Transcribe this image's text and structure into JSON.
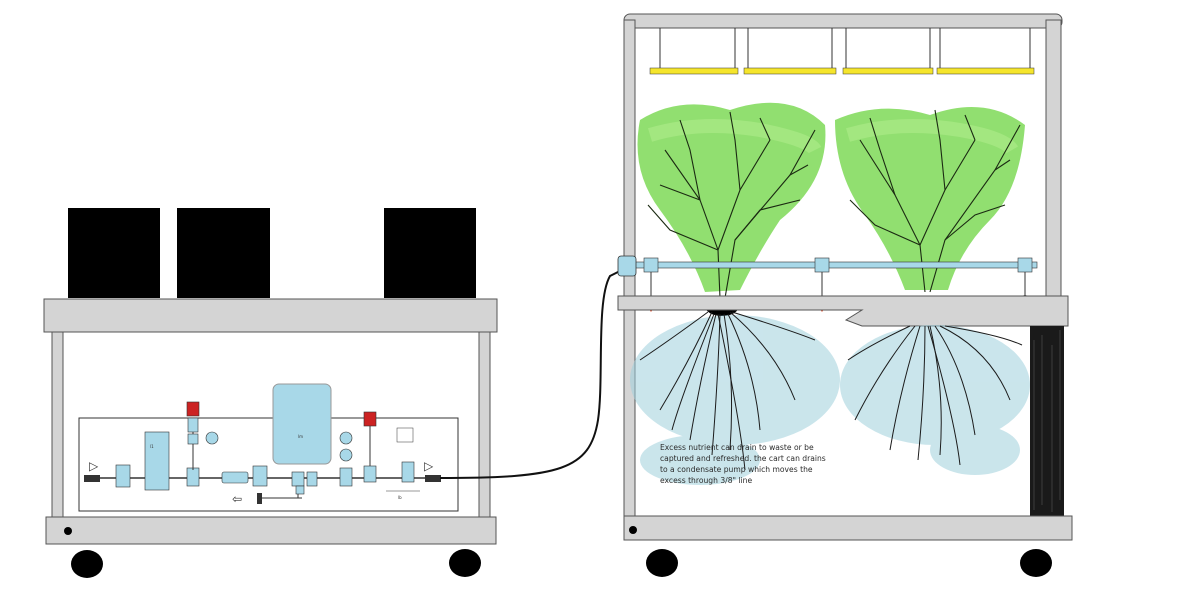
{
  "note": {
    "text": "Excess nutrient can drain to waste or be captured and refreshed. the cart can drains to a condensate pump which moves the excess through 3/8\" line"
  },
  "component_labels": {
    "reservoir_label": "l1",
    "panel_label": "lb"
  },
  "colors": {
    "frame_gray": "#d4d4d4",
    "frame_outline": "#555555",
    "pipe_blue": "#a8d8e8",
    "plant_green": "#7ed957",
    "grow_light_yellow": "#f5e52c",
    "relief_valve_red": "#cc2222",
    "root_mist": "#9fd0dc",
    "drain_wall": "#1a1a1a"
  },
  "icons": [
    "arrow-right-icon",
    "arrow-left-icon",
    "wheel-icon",
    "pump-icon",
    "valve-icon",
    "gauge-icon"
  ]
}
